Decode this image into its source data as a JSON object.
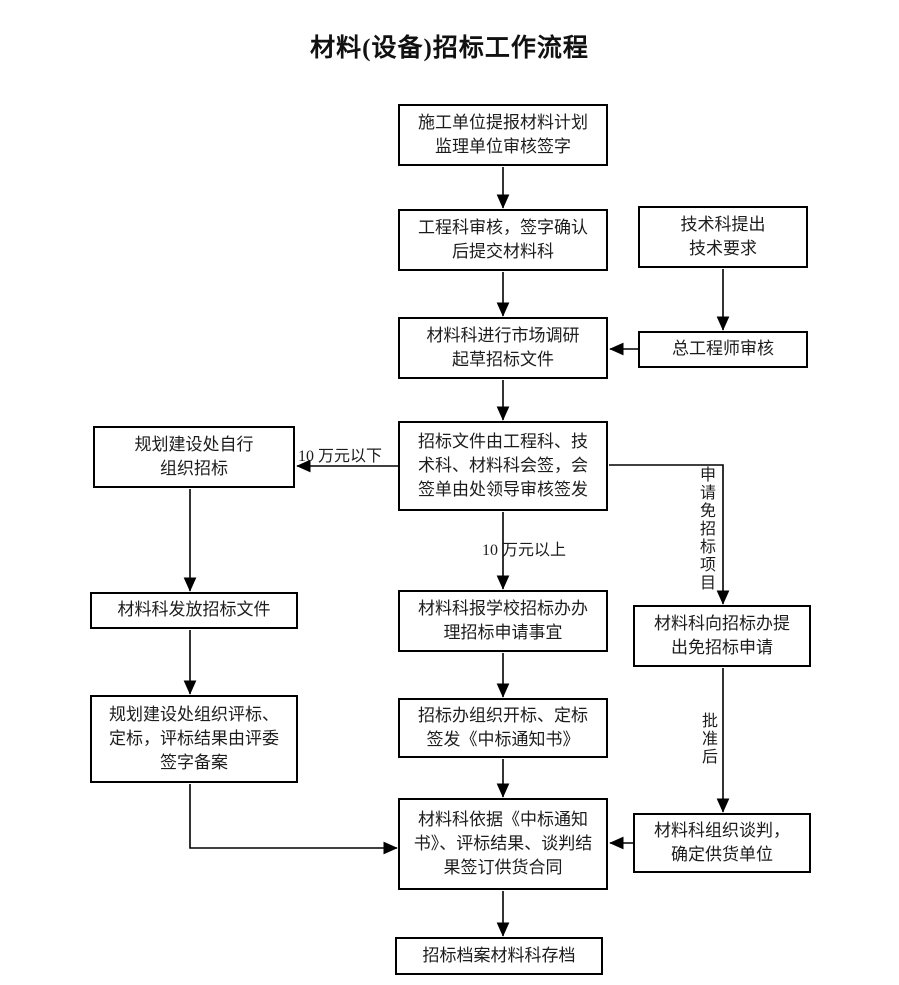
{
  "title": "材料(设备)招标工作流程",
  "nodes": {
    "submit_plan": {
      "label": "施工单位提报材料计划\n监理单位审核签字"
    },
    "eng_review": {
      "label": "工程科审核，签字确认\n后提交材料科"
    },
    "tech_requirements": {
      "label": "技术科提出\n技术要求"
    },
    "market_research": {
      "label": "材料科进行市场调研\n起草招标文件"
    },
    "chief_engineer_review": {
      "label": "总工程师审核"
    },
    "countersign": {
      "label": "招标文件由工程科、技\n术科、材料科会签，会\n签单由处领导审核签发"
    },
    "self_organize": {
      "label": "规划建设处自行\n组织招标"
    },
    "issue_documents": {
      "label": "材料科发放招标文件"
    },
    "apply_bidding_office": {
      "label": "材料科报学校招标办办\n理招标申请事宜"
    },
    "apply_exemption": {
      "label": "材料科向招标办提\n出免招标申请"
    },
    "evaluate_award": {
      "label": "规划建设处组织评标、\n定标，评标结果由评委\n签字备案"
    },
    "open_award": {
      "label": "招标办组织开标、定标\n签发《中标通知书》"
    },
    "sign_contract": {
      "label": "材料科依据《中标通知\n书》、评标结果、谈判结\n果签订供货合同"
    },
    "negotiate": {
      "label": "材料科组织谈判，\n确定供货单位"
    },
    "archive": {
      "label": "招标档案材料科存档"
    }
  },
  "edge_labels": {
    "below_100k": "10 万元以下",
    "above_100k": "10 万元以上",
    "apply_exempt_project": "申请免招标项目",
    "after_approval": "批准后"
  },
  "colors": {
    "line": "#000000",
    "background": "#ffffff",
    "text": "#1c1c1c"
  }
}
